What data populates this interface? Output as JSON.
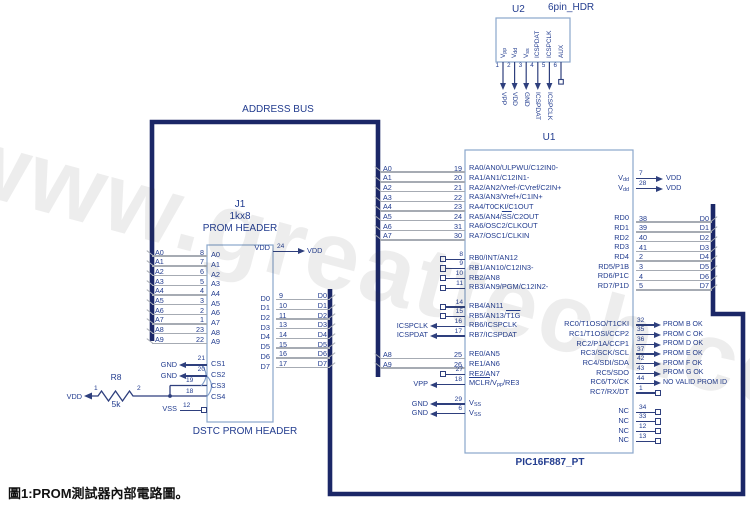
{
  "watermark": "www.greattech.com",
  "caption": "圖1:PROM測試器內部電路圖。",
  "address_bus_label": "ADDRESS BUS",
  "u2": {
    "ref": "U2",
    "part": "6pin_HDR",
    "pins": [
      {
        "num": "1",
        "inner_pre": "V",
        "inner_sub": "pp",
        "outer": "VPP"
      },
      {
        "num": "2",
        "inner_pre": "V",
        "inner_sub": "dd",
        "outer": "VDD"
      },
      {
        "num": "3",
        "inner_pre": "V",
        "inner_sub": "ss",
        "outer": "GND"
      },
      {
        "num": "4",
        "inner_pre": "ICSPDAT",
        "outer": "ICSPDAT"
      },
      {
        "num": "5",
        "inner_pre": "ICSPCLK",
        "outer": "ICSPCLK"
      },
      {
        "num": "6",
        "inner_pre": "AUX",
        "outer": ""
      }
    ]
  },
  "j1": {
    "ref": "J1",
    "size": "1kx8",
    "type": "PROM HEADER",
    "footer": "DSTC PROM HEADER",
    "addr_pins": [
      {
        "net": "A0",
        "num": "8",
        "name": "A0"
      },
      {
        "net": "A1",
        "num": "7",
        "name": "A1"
      },
      {
        "net": "A2",
        "num": "6",
        "name": "A2"
      },
      {
        "net": "A3",
        "num": "5",
        "name": "A3"
      },
      {
        "net": "A4",
        "num": "4",
        "name": "A4"
      },
      {
        "net": "A5",
        "num": "3",
        "name": "A5"
      },
      {
        "net": "A6",
        "num": "2",
        "name": "A6"
      },
      {
        "net": "A7",
        "num": "1",
        "name": "A7"
      },
      {
        "net": "A8",
        "num": "23",
        "name": "A8"
      },
      {
        "net": "A9",
        "num": "22",
        "name": "A9"
      }
    ],
    "cs_pins": [
      {
        "name": "CS1",
        "num": "21"
      },
      {
        "name": "CS2",
        "num": "20"
      },
      {
        "name": "CS3",
        "num": "19"
      },
      {
        "name": "CS4",
        "num": "18"
      }
    ],
    "gnd_rows": [
      {
        "net": "GND",
        "num": "21"
      },
      {
        "net": "GND",
        "num": "20"
      }
    ],
    "vss_pin": {
      "net": "VSS",
      "num": "12"
    },
    "vdd_pin": {
      "name": "VDD",
      "num": "24",
      "net": "VDD"
    },
    "data_pins": [
      {
        "name": "D0",
        "num": "9",
        "net": "D0"
      },
      {
        "name": "D1",
        "num": "10",
        "net": "D1"
      },
      {
        "name": "D2",
        "num": "11",
        "net": "D2"
      },
      {
        "name": "D3",
        "num": "13",
        "net": "D3"
      },
      {
        "name": "D4",
        "num": "14",
        "net": "D4"
      },
      {
        "name": "D5",
        "num": "15",
        "net": "D5"
      },
      {
        "name": "D6",
        "num": "16",
        "net": "D6"
      },
      {
        "name": "D7",
        "num": "17",
        "net": "D7"
      }
    ]
  },
  "r8": {
    "ref": "R8",
    "value": "5k",
    "net": "VDD",
    "p1": "1",
    "p2": "2"
  },
  "u1": {
    "ref": "U1",
    "part": "PIC16F887_PT",
    "porta": [
      {
        "net": "A0",
        "num": "19",
        "pre": "RA0/AN0/ULPWU/C12IN0-"
      },
      {
        "net": "A1",
        "num": "20",
        "pre": "RA1/AN1/C12IN1-"
      },
      {
        "net": "A2",
        "num": "21",
        "pre": "RA2/AN2/Vref-/CVref/C2IN+"
      },
      {
        "net": "A3",
        "num": "22",
        "pre": "RA3/AN3/Vref+/C1IN+"
      },
      {
        "net": "A4",
        "num": "23",
        "pre": "RA4/T0CKI/C1OUT"
      },
      {
        "net": "A5",
        "num": "24",
        "pre": "RA5/AN4/",
        "bar": "SS",
        "post": "/C2OUT"
      },
      {
        "net": "A6",
        "num": "31",
        "pre": "RA6/OSC2/CLKOUT"
      },
      {
        "net": "A7",
        "num": "30",
        "pre": "RA7/OSC1/CLKIN"
      }
    ],
    "portb1": [
      {
        "num": "8",
        "pre": "RB0/INT/AN12"
      },
      {
        "num": "9",
        "pre": "RB1/AN10/C12IN3-"
      },
      {
        "num": "10",
        "pre": "RB2/AN8"
      },
      {
        "num": "11",
        "pre": "RB3/AN9/PGM/C12IN2-"
      }
    ],
    "portb2_sq": [
      {
        "num": "14",
        "pre": "RB4/AN11"
      },
      {
        "num": "15",
        "pre": "RB5/AN13/",
        "bar": "T1G"
      }
    ],
    "icsp": [
      {
        "net": "ICSPCLK",
        "num": "16",
        "pre": "RB6/ICSPCLK"
      },
      {
        "net": "ICSPDAT",
        "num": "17",
        "pre": "RB7/ICSPDAT"
      }
    ],
    "porte": [
      {
        "net": "A8",
        "num": "25",
        "pre": "RE0/AN5"
      },
      {
        "net": "A9",
        "num": "26",
        "pre": "RE1/AN6"
      }
    ],
    "re2": {
      "num": "27",
      "pre": "RE2/AN7"
    },
    "mclr": {
      "net": "VPP",
      "num": "18",
      "bar": "MCLR",
      "post": "/V",
      "sub": "pp",
      "post2": "/RE3"
    },
    "vss_rows": [
      {
        "net": "GND",
        "num": "29",
        "pre": "V",
        "sub": "SS"
      },
      {
        "net": "GND",
        "num": "6",
        "pre": "V",
        "sub": "SS"
      }
    ],
    "vdd_rows": [
      {
        "num": "7",
        "net": "VDD",
        "pre": "V",
        "sub": "dd"
      },
      {
        "num": "28",
        "net": "VDD",
        "pre": "V",
        "sub": "dd"
      }
    ],
    "portd": [
      {
        "num": "38",
        "net": "D0",
        "pre": "RD0"
      },
      {
        "num": "39",
        "net": "D1",
        "pre": "RD1"
      },
      {
        "num": "40",
        "net": "D2",
        "pre": "RD2"
      },
      {
        "num": "41",
        "net": "D3",
        "pre": "RD3"
      },
      {
        "num": "2",
        "net": "D4",
        "pre": "RD4"
      },
      {
        "num": "3",
        "net": "D5",
        "pre": "RD5/P1B"
      },
      {
        "num": "4",
        "net": "D6",
        "pre": "RD6/P1C"
      },
      {
        "num": "5",
        "net": "D7",
        "pre": "RD7/P1D"
      }
    ],
    "portc_out": [
      {
        "num": "32",
        "net": "PROM B OK",
        "pre": "RC0/T1OSO/T1CKI"
      },
      {
        "num": "35",
        "net": "PROM C OK",
        "pre": "RC1/T1OSI/CCP2"
      },
      {
        "num": "36",
        "net": "PROM D OK",
        "pre": "RC2/P1A/CCP1"
      },
      {
        "num": "37",
        "net": "PROM E OK",
        "pre": "RC3/SCK/SCL"
      },
      {
        "num": "42",
        "net": "PROM F OK",
        "pre": "RC4/SDI/SDA"
      },
      {
        "num": "43",
        "net": "PROM G OK",
        "pre": "RC5/SDO"
      },
      {
        "num": "44",
        "net": "NO VALID PROM ID",
        "pre": "RC6/TX/CK"
      }
    ],
    "rc7": {
      "num": "1",
      "pre": "RC7/RX/DT"
    },
    "nc": [
      {
        "num": "34",
        "pre": "NC"
      },
      {
        "num": "33",
        "pre": "NC"
      },
      {
        "num": "12",
        "pre": "NC"
      },
      {
        "num": "13",
        "pre": "NC"
      }
    ]
  }
}
